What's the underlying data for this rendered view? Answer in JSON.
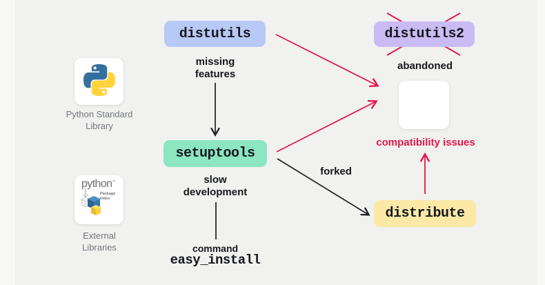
{
  "diagram": {
    "nodes": {
      "distutils": "distutils",
      "distutils2": "distutils2",
      "setuptools": "setuptools",
      "distribute": "distribute",
      "easy_install": "easy_install"
    },
    "annotations": {
      "missing_features": "missing\nfeatures",
      "abandoned": "abandoned",
      "slow_development": "slow\ndevelopment",
      "command": "command",
      "forked": "forked",
      "compatibility_issues": "compatibility issues"
    },
    "cards": {
      "python_standard_library": {
        "label": "Python Standard\nLibrary",
        "icon": "python-logo"
      },
      "external_libraries": {
        "label": "External\nLibraries",
        "icon": "pypi-logo",
        "wordmark": "python",
        "trademark": "™",
        "subtext": "Package\nIndex"
      }
    },
    "colors": {
      "background": "#f1f1ef",
      "distutils_bg": "#b9c9f6",
      "distutils2_bg": "#c9bcf4",
      "setuptools_bg": "#8be6c1",
      "distribute_bg": "#fce9a6",
      "arrow_red": "#e5174b",
      "arrow_black": "#1c1e22",
      "card_label_gray": "#72767c",
      "python_blue": "#366f9f",
      "python_yellow": "#ffd43b"
    }
  }
}
